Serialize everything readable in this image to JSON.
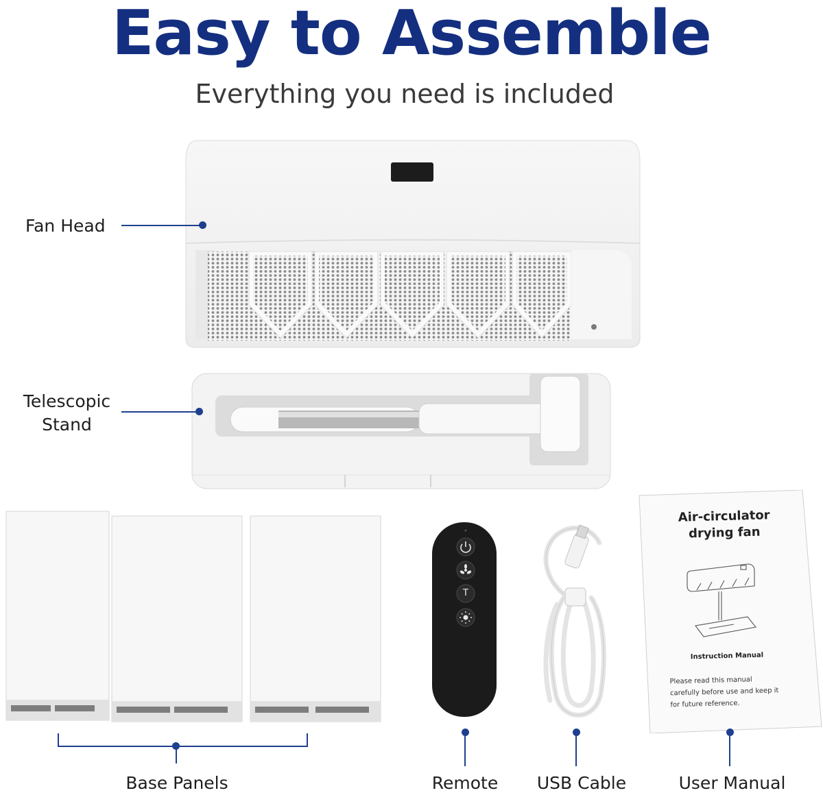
{
  "header": {
    "title": "Easy to Assemble",
    "subtitle": "Everything you need is included"
  },
  "callouts": {
    "fan_head": "Fan Head",
    "telescopic_stand_line1": "Telescopic",
    "telescopic_stand_line2": "Stand",
    "base_panels": "Base Panels",
    "remote": "Remote",
    "usb_cable": "USB Cable",
    "user_manual": "User Manual"
  },
  "manual": {
    "title_line1": "Air-circulator",
    "title_line2": "drying fan",
    "heading": "Instruction Manual",
    "note_line1": "Please read this manual",
    "note_line2": "carefully before use and keep it",
    "note_line3": "for future reference."
  },
  "remote_buttons": [
    "power-icon",
    "fan-icon",
    "timer-icon",
    "light-icon"
  ],
  "remote_timer_glyph": "T",
  "colors": {
    "title_blue": "#142f80",
    "callout_blue": "#1f3f8f",
    "remote_black": "#1b1b1b"
  }
}
